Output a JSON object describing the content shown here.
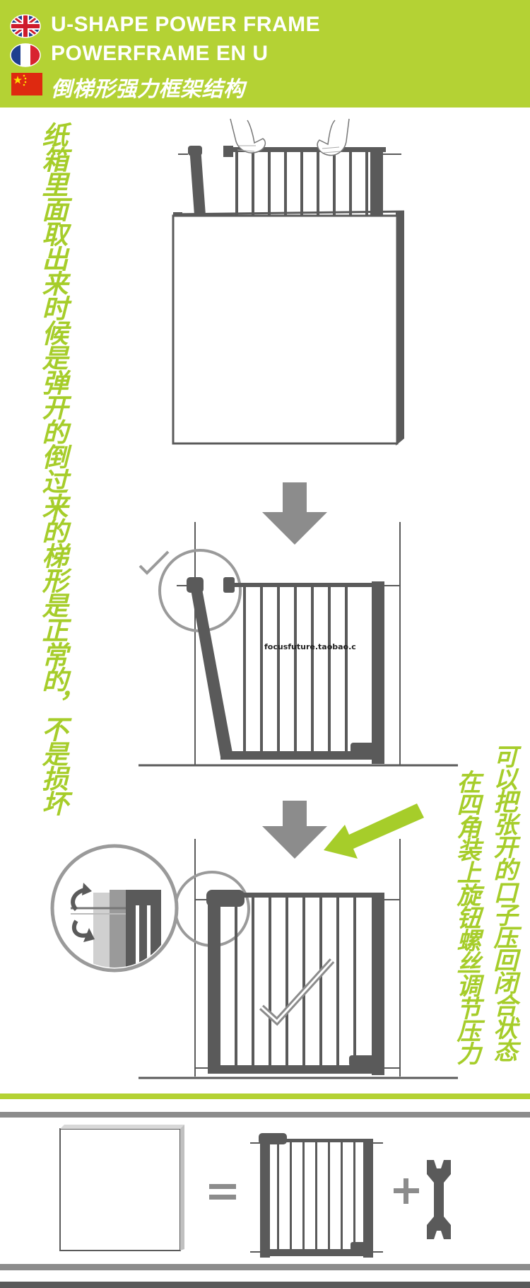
{
  "header": {
    "line_en": "U-SHAPE POWER FRAME",
    "line_fr": "POWERFRAME EN U",
    "line_cn": "倒梯形强力框架结构"
  },
  "left_vertical_note": "纸箱里面取出来时候是弹开的倒过来的梯形是正常的，不是损坏",
  "right_vertical_note_col1": "可以把张开的口子压回闭合状态",
  "right_vertical_note_col2": "在四角装上旋钮螺丝调节压力",
  "watermark": "focusfuture.taobao.c",
  "colors": {
    "accent_green": "#b4d234",
    "text_green": "#a6cd2a",
    "gate_gray": "#5a5a5a",
    "arrow_gray": "#8c8c8c"
  },
  "icons": [
    "uk-flag-icon",
    "france-flag-icon",
    "china-flag-icon",
    "check-mark-icon",
    "down-arrow-icon",
    "wrench-icon",
    "rotate-arrows-icon"
  ]
}
